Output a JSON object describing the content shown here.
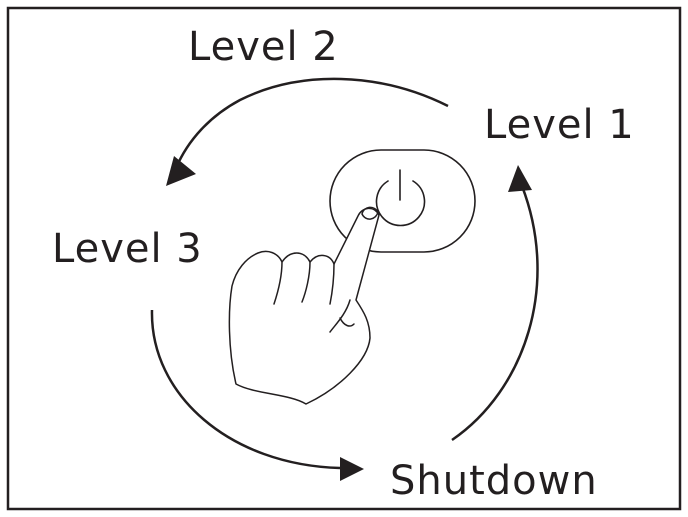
{
  "diagram": {
    "labels": {
      "level1": "Level 1",
      "level2": "Level 2",
      "level3": "Level 3",
      "shutdown": "Shutdown"
    },
    "icons": {
      "power": "power-icon",
      "hand": "pointing-hand-icon"
    },
    "colors": {
      "ink": "#231f20",
      "background": "#ffffff"
    }
  }
}
